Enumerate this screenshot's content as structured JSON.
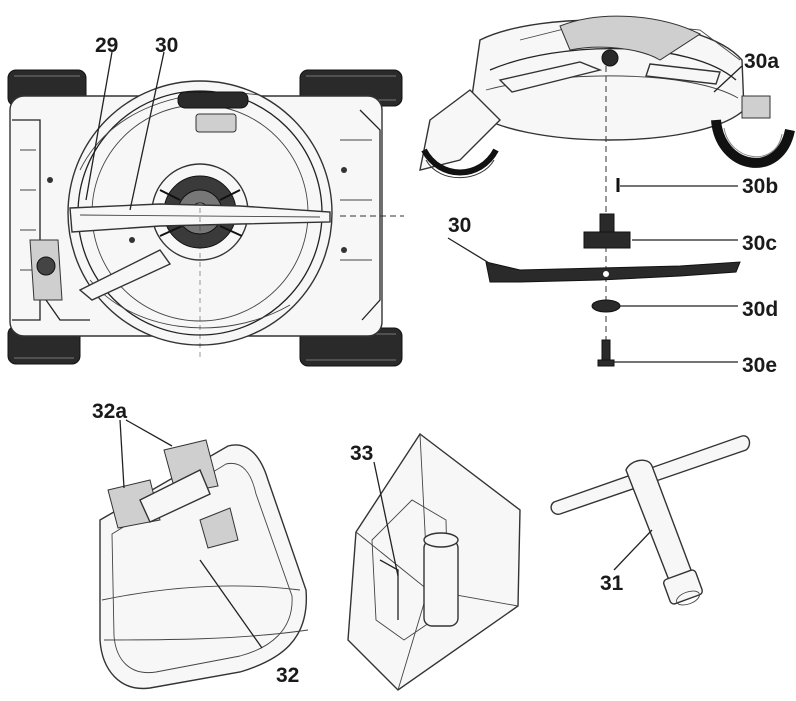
{
  "labels": {
    "l29": "29",
    "l30_top": "30",
    "l30a": "30a",
    "l30b": "30b",
    "l30": "30",
    "l30c": "30c",
    "l30d": "30d",
    "l30e": "30e",
    "l32a": "32a",
    "l33": "33",
    "l31": "31",
    "l32": "32"
  }
}
